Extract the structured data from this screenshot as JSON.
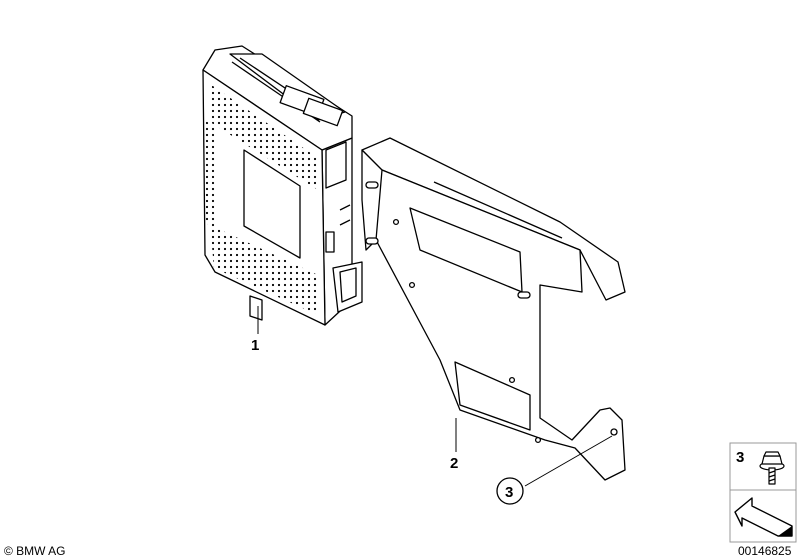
{
  "parts": [
    {
      "number": "1",
      "description_icon": "electronic-module-box"
    },
    {
      "number": "2",
      "description_icon": "mounting-bracket"
    },
    {
      "number": "3",
      "description_icon": "hex-screw"
    }
  ],
  "callouts": {
    "part1": "1",
    "part2": "2",
    "part3_circled": "3"
  },
  "legend": {
    "screw_number": "3",
    "screw_icon": "hex-flange-screw-icon",
    "arrow_icon": "isometric-arrow-icon"
  },
  "footer": {
    "copyright": "© BMW AG",
    "diagram_id": "00146825"
  }
}
